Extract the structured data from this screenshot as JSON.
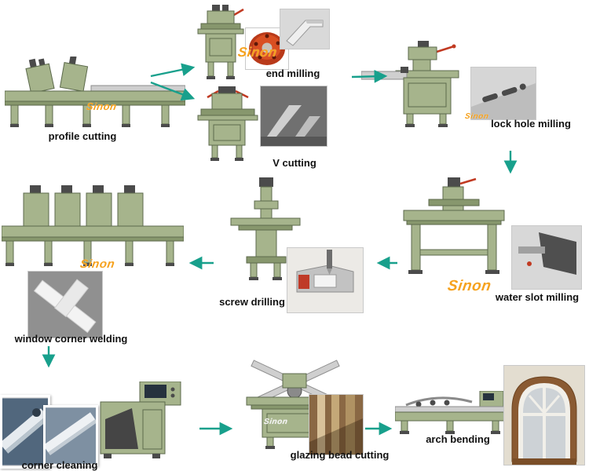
{
  "diagram": {
    "watermark": "Sinon",
    "colors": {
      "arrow": "#18a08c",
      "machine": "#a6b48c",
      "watermark_orange": "#f6a21e",
      "label_text": "#111111",
      "background": "#ffffff"
    },
    "steps": {
      "profile_cutting": "profile cutting",
      "end_milling": "end milling",
      "v_cutting": "V cutting",
      "lock_hole_milling": "lock hole milling",
      "water_slot_milling": "water slot milling",
      "screw_drilling": "screw drilling",
      "window_corner_welding": "window corner welding",
      "corner_cleaning": "corner cleaning",
      "glazing_bead_cutting": "glazing bead cutting",
      "arch_bending": "arch bending"
    },
    "connections": [
      {
        "from": "profile_cutting",
        "to": "end_milling"
      },
      {
        "from": "profile_cutting",
        "to": "v_cutting"
      },
      {
        "from": "end_milling",
        "to": "lock_hole_milling"
      },
      {
        "from": "lock_hole_milling",
        "to": "water_slot_milling"
      },
      {
        "from": "water_slot_milling",
        "to": "screw_drilling"
      },
      {
        "from": "screw_drilling",
        "to": "window_corner_welding"
      },
      {
        "from": "window_corner_welding",
        "to": "corner_cleaning"
      },
      {
        "from": "corner_cleaning",
        "to": "glazing_bead_cutting"
      },
      {
        "from": "glazing_bead_cutting",
        "to": "arch_bending"
      }
    ]
  }
}
